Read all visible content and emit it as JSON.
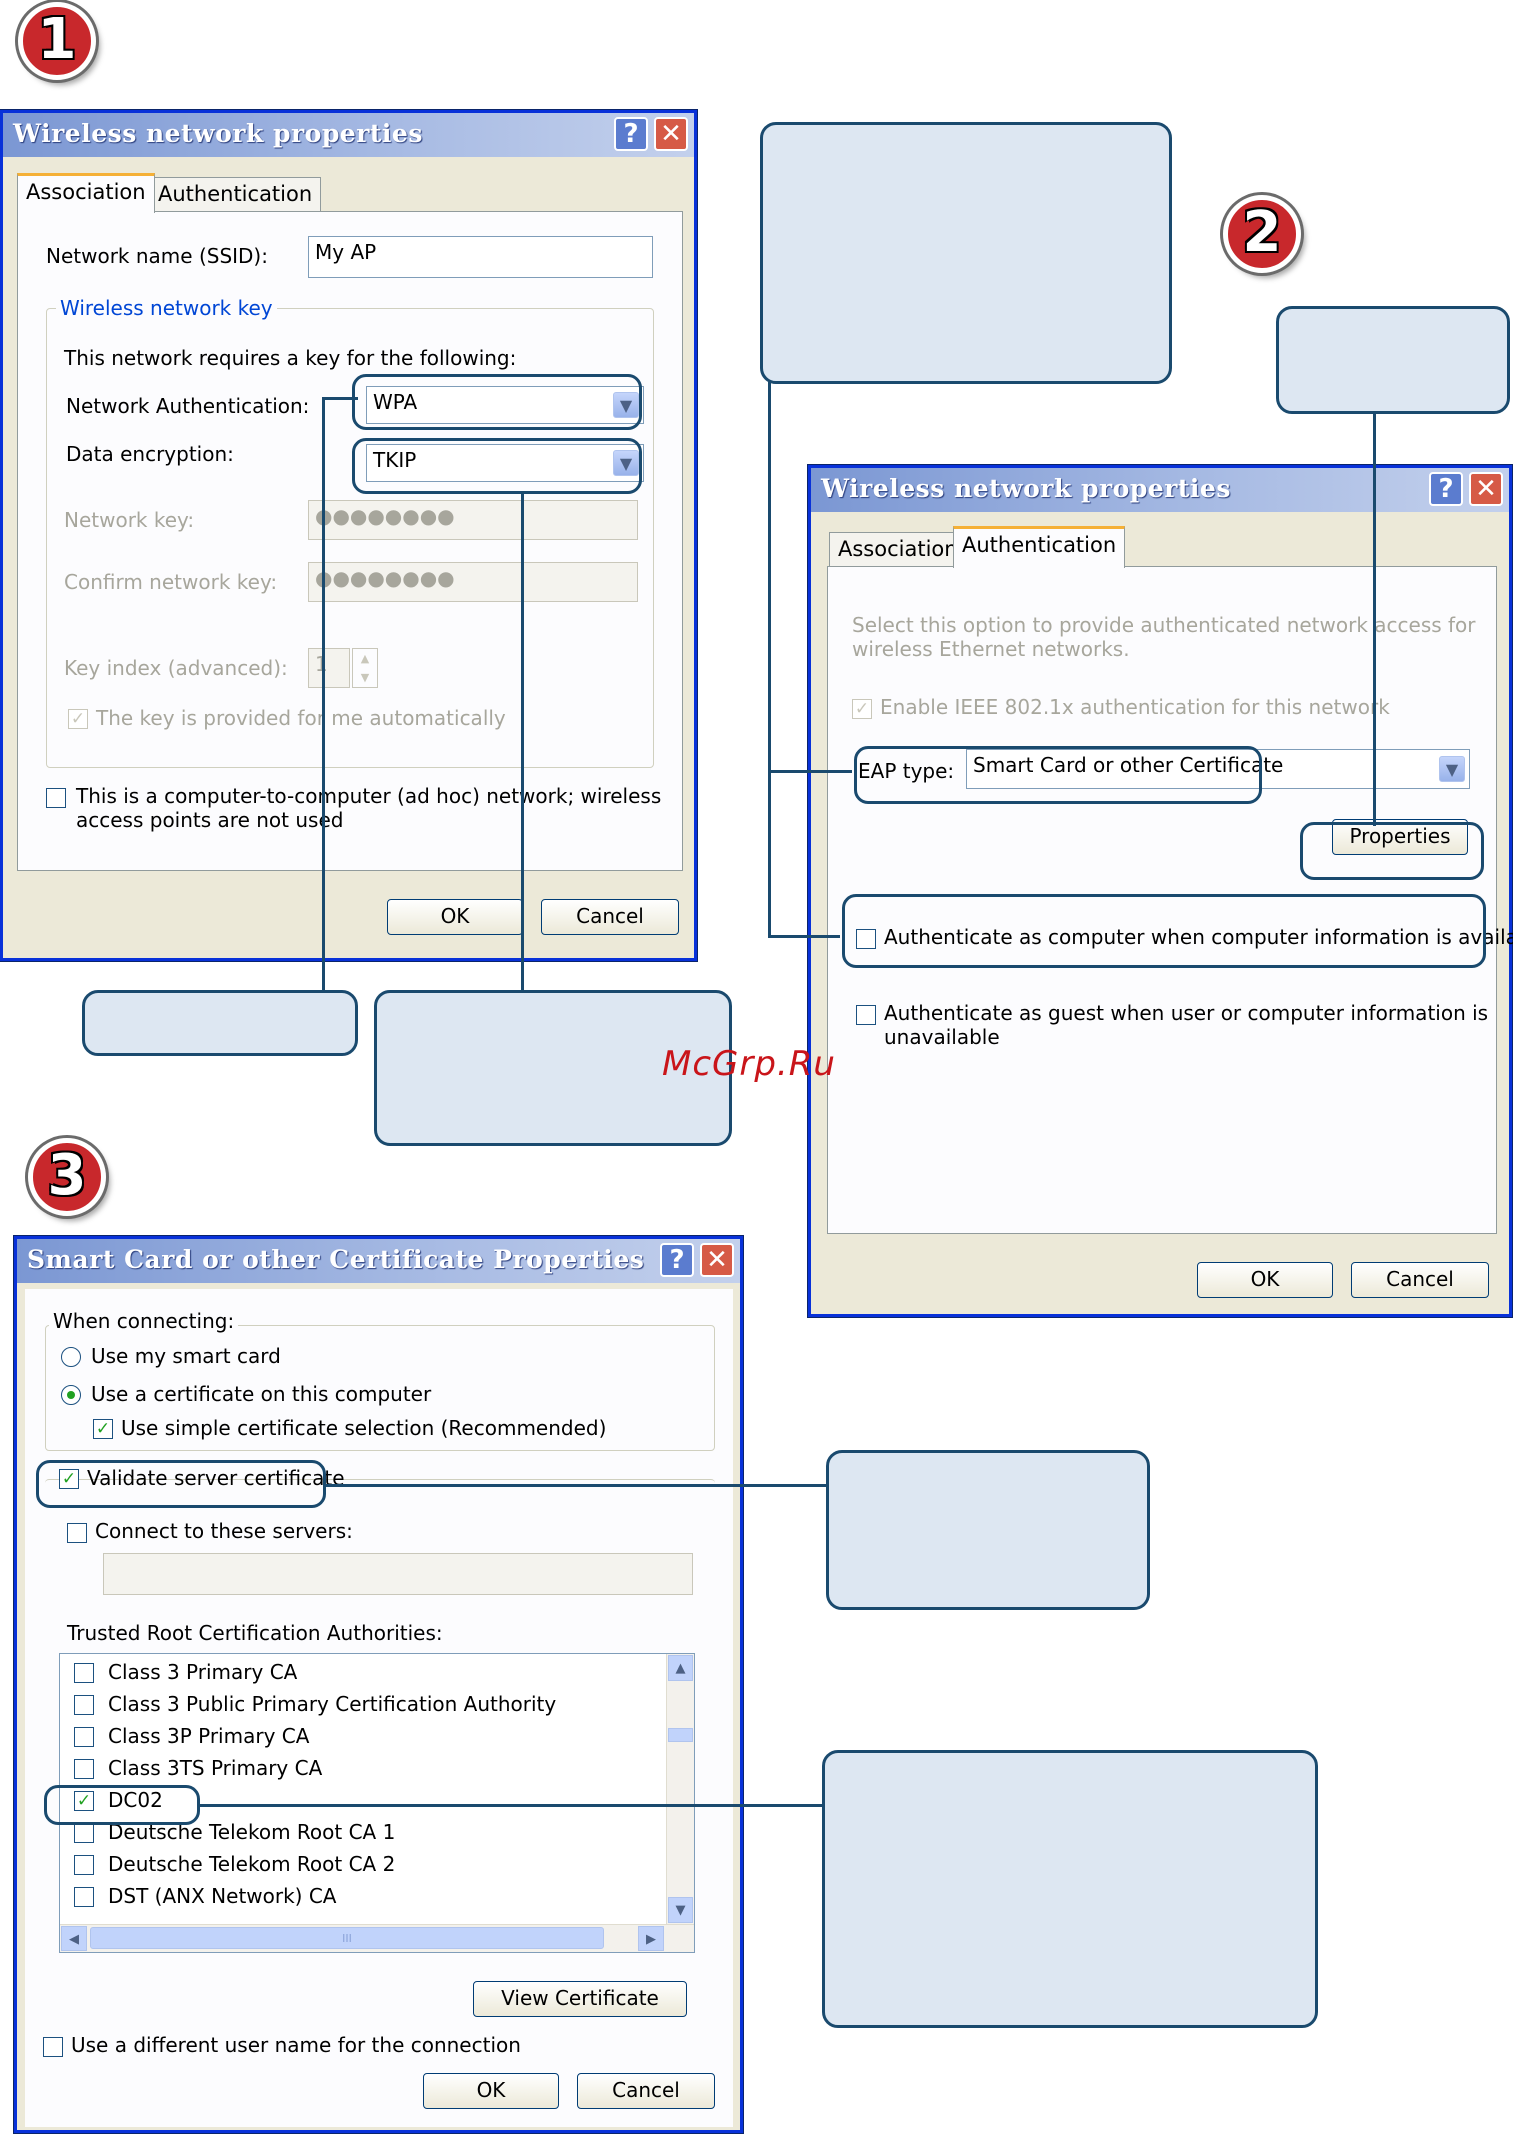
{
  "watermark": "McGrp.Ru",
  "badges": [
    "1",
    "2",
    "3"
  ],
  "dialog1": {
    "title": "Wireless network properties",
    "help_label": "?",
    "close_label": "✕",
    "tabs": [
      "Association",
      "Authentication"
    ],
    "ssid_label": "Network name (SSID):",
    "ssid_value": "My AP",
    "group_label": "Wireless network key",
    "requires_text": "This network requires a key for the following:",
    "auth_label": "Network Authentication:",
    "auth_value": "WPA",
    "enc_label": "Data encryption:",
    "enc_value": "TKIP",
    "key_label": "Network key:",
    "key_value": "●●●●●●●●",
    "confirm_label": "Confirm network key:",
    "confirm_value": "●●●●●●●●",
    "index_label": "Key index (advanced):",
    "index_value": "1",
    "auto_label": "The key is provided for me automatically",
    "adhoc_line1": "This is a computer-to-computer (ad hoc) network; wireless",
    "adhoc_line2": "access points are not used",
    "ok": "OK",
    "cancel": "Cancel"
  },
  "dialog2": {
    "title": "Wireless network properties",
    "help_label": "?",
    "close_label": "✕",
    "tabs": [
      "Association",
      "Authentication"
    ],
    "desc_line1": "Select this option to provide authenticated network access for",
    "desc_line2": "wireless Ethernet networks.",
    "ieee_label": "Enable IEEE 802.1x authentication for this network",
    "eap_label": "EAP type:",
    "eap_value": "Smart Card or other Certificate",
    "properties": "Properties",
    "auth_computer": "Authenticate as computer when computer information is available",
    "auth_guest_line1": "Authenticate as guest when user or computer information is",
    "auth_guest_line2": "unavailable",
    "ok": "OK",
    "cancel": "Cancel"
  },
  "dialog3": {
    "title": "Smart Card or other Certificate Properties",
    "help_label": "?",
    "close_label": "✕",
    "when_connecting": "When connecting:",
    "use_smart_card": "Use my smart card",
    "use_certificate": "Use a certificate on this computer",
    "simple_selection": "Use simple certificate selection (Recommended)",
    "validate": "Validate server certificate",
    "connect_servers": "Connect to these servers:",
    "trusted_root": "Trusted Root Certification Authorities:",
    "ca_list": [
      {
        "name": "Class 3 Primary CA",
        "checked": false
      },
      {
        "name": "Class 3 Public Primary Certification Authority",
        "checked": false
      },
      {
        "name": "Class 3P Primary CA",
        "checked": false
      },
      {
        "name": "Class 3TS Primary CA",
        "checked": false
      },
      {
        "name": "DC02",
        "checked": true
      },
      {
        "name": "Deutsche Telekom Root CA 1",
        "checked": false
      },
      {
        "name": "Deutsche Telekom Root CA 2",
        "checked": false
      },
      {
        "name": "DST (ANX Network) CA",
        "checked": false
      }
    ],
    "scroll_grip": "III",
    "view_certificate": "View Certificate",
    "different_user": "Use a different user name for the connection",
    "ok": "OK",
    "cancel": "Cancel"
  }
}
